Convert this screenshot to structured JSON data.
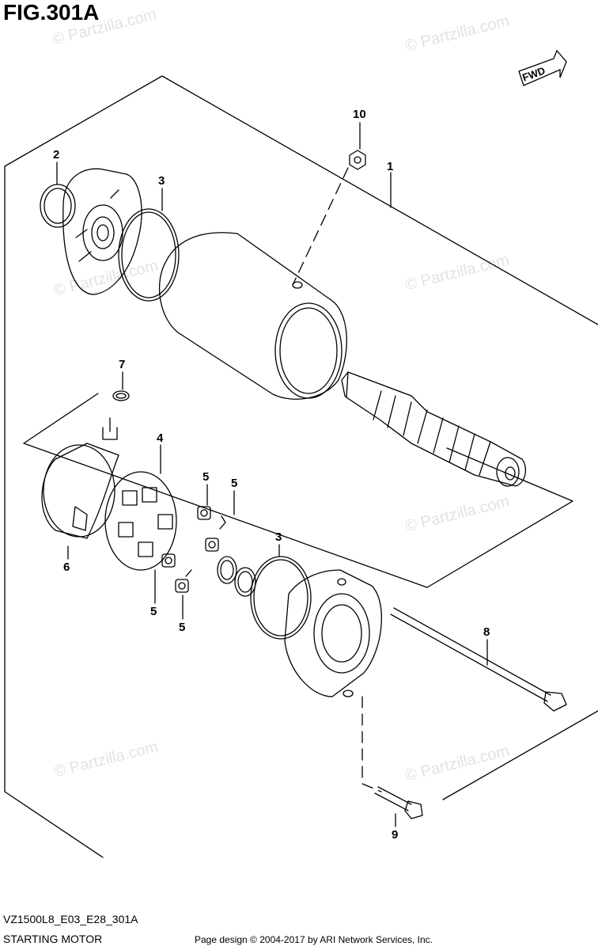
{
  "figure": {
    "title": "FIG.301A",
    "fwd_label": "FWD"
  },
  "callouts": [
    {
      "id": "c10",
      "label": "10"
    },
    {
      "id": "c1",
      "label": "1"
    },
    {
      "id": "c2",
      "label": "2"
    },
    {
      "id": "c3a",
      "label": "3"
    },
    {
      "id": "c7",
      "label": "7"
    },
    {
      "id": "c4",
      "label": "4"
    },
    {
      "id": "c5a",
      "label": "5"
    },
    {
      "id": "c5b",
      "label": "5"
    },
    {
      "id": "c5c",
      "label": "5"
    },
    {
      "id": "c5d",
      "label": "5"
    },
    {
      "id": "c6",
      "label": "6"
    },
    {
      "id": "c3b",
      "label": "3"
    },
    {
      "id": "c8",
      "label": "8"
    },
    {
      "id": "c9",
      "label": "9"
    }
  ],
  "watermark": {
    "text": "© Partzilla.com"
  },
  "footer": {
    "diagram_code": "VZ1500L8_E03_E28_301A",
    "diagram_name": "STARTING MOTOR",
    "copyright": "Page design © 2004-2017 by ARI Network Services, Inc."
  }
}
